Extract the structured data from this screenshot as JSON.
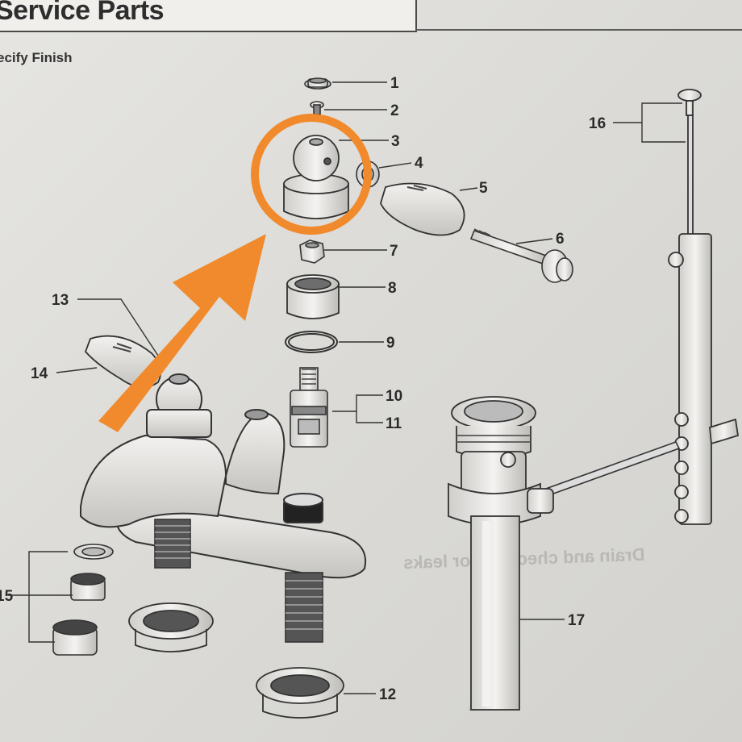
{
  "header": {
    "title": "Service Parts",
    "subtitle": "ecify Finish"
  },
  "callouts": [
    {
      "number": "1"
    },
    {
      "number": "2"
    },
    {
      "number": "3"
    },
    {
      "number": "4"
    },
    {
      "number": "5"
    },
    {
      "number": "6"
    },
    {
      "number": "7"
    },
    {
      "number": "8"
    },
    {
      "number": "9"
    },
    {
      "number": "10"
    },
    {
      "number": "11"
    },
    {
      "number": "12"
    },
    {
      "number": "13"
    },
    {
      "number": "14"
    },
    {
      "number": "15"
    },
    {
      "number": "16"
    },
    {
      "number": "17"
    }
  ],
  "background_text": {
    "mirrored_line": "Drain and checking for leaks",
    "faint_line": "and ch..."
  },
  "highlight": {
    "color": "#f08a2c",
    "circled_part": "3",
    "marker": "circle-and-arrow"
  },
  "colors": {
    "paper": "#e2e1dd",
    "ink": "#2b2b2b",
    "highlight": "#f08a2c"
  }
}
